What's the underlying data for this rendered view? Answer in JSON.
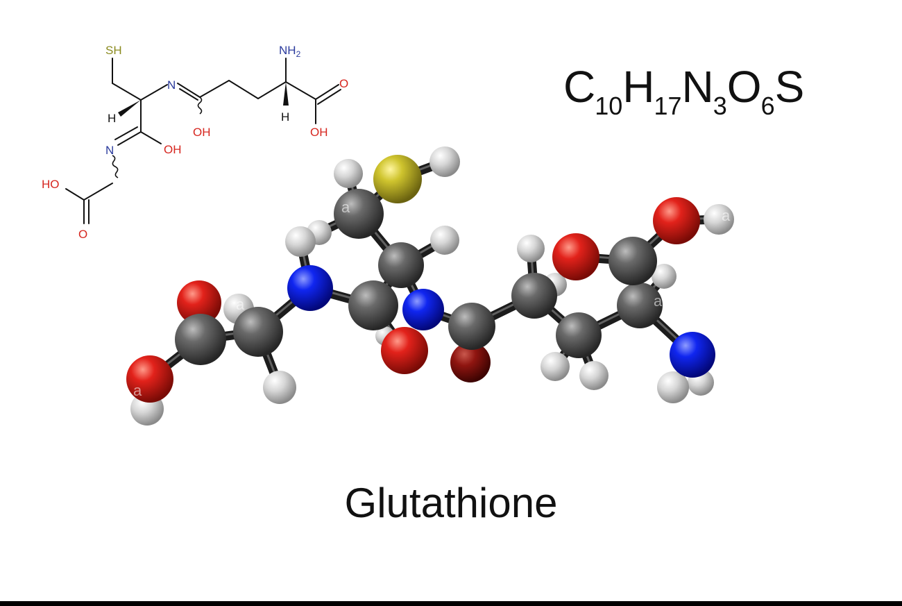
{
  "molecule": {
    "name": "Glutathione",
    "formula": [
      {
        "t": "C",
        "sub": "10"
      },
      {
        "t": "H",
        "sub": "17"
      },
      {
        "t": "N",
        "sub": "3"
      },
      {
        "t": "O",
        "sub": "6"
      },
      {
        "t": "S",
        "sub": ""
      }
    ]
  },
  "structure_labels": {
    "sh": "SH",
    "nh2_main": "NH",
    "nh2_sub": "2",
    "n1": "N",
    "n2": "N",
    "h1": "H",
    "h2": "H",
    "oh1": "OH",
    "oh2": "OH",
    "oh3": "OH",
    "ho": "HO",
    "o1": "O",
    "o2": "O"
  },
  "colors": {
    "carbon": "#3c3c3c",
    "hydrogen": "#d8d8d8",
    "oxygen": "#e0201a",
    "nitrogen": "#0c1fe8",
    "sulfur": "#c8be28",
    "label_red": "#d6261f",
    "label_blue": "#2a3a9c",
    "label_olive": "#8a8a1e"
  },
  "watermark": "a"
}
